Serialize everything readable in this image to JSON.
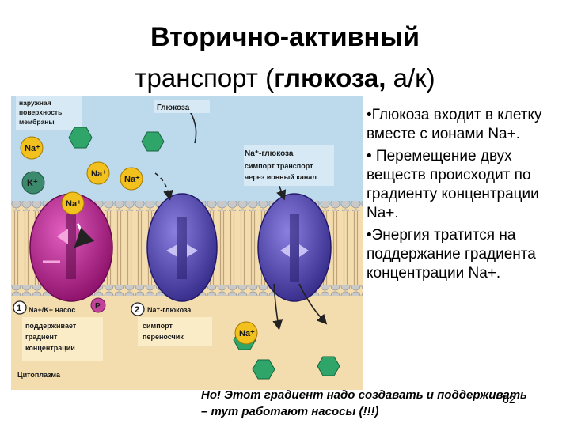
{
  "title": {
    "line1": "Вторично-активный",
    "line2_pre": "транспорт (",
    "line2_bold": "глюкоза,",
    "line2_post": " а/к)"
  },
  "diagram": {
    "outer_surface_l1": "наружная",
    "outer_surface_l2": "поверхность",
    "outer_surface_l3": "мембраны",
    "glucose_label": "Глюкоза",
    "na_glucose_l1": "Na⁺-глюкоза",
    "na_glucose_l2": "симпорт транспорт",
    "na_glucose_l3": "через ионный канал",
    "pump_num": "1",
    "pump_l1": "Na+/K+ насос",
    "pump_l2": "поддерживает",
    "pump_l3": "градиент",
    "pump_l4": "концентрации",
    "carrier_num": "2",
    "carrier_l1": "Na⁺-глюкоза",
    "carrier_l2": "симпорт",
    "carrier_l3": "переносчик",
    "cytoplasm": "Цитоплазма",
    "ion_na": "Na⁺",
    "ion_k": "K⁺",
    "phosphate": "P"
  },
  "bullets": [
    "•Глюкоза входит в клетку вместе с ионами Na+.",
    "• Перемещение двух веществ происходит по градиенту концентрации  Na+.",
    "•Энергия тратится  на поддержание градиента концентрации Na+."
  ],
  "note": "Но! Этот градиент надо создавать и поддерживать – тут работают насосы (!!!)",
  "page_number": "62",
  "colors": {
    "outside": "#b9d8ec",
    "cytoplasm": "#f3dcae",
    "pump": "#b3198a",
    "carrier": "#5046a8",
    "glucose": "#2fa56a",
    "sodium": "#f2c11d",
    "potassium": "#3b8a6d",
    "phosphate": "#c0449a"
  }
}
